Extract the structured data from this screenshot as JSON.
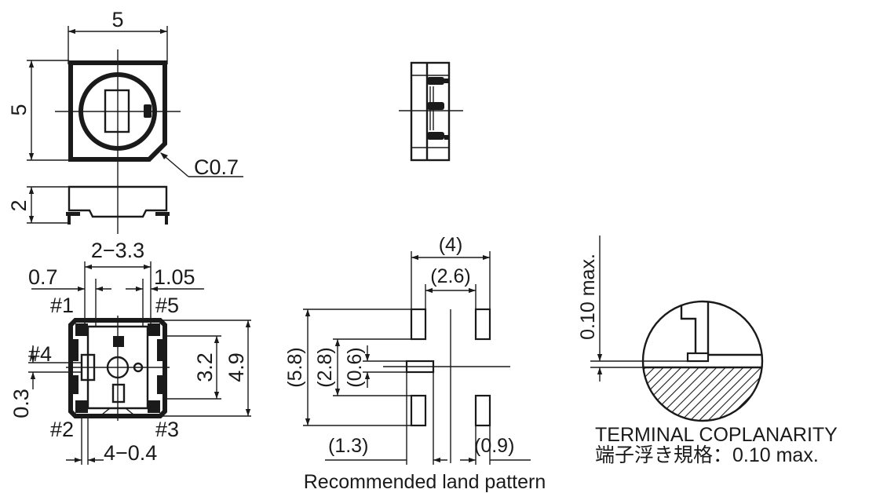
{
  "top_view": {
    "width_dim": "5",
    "height_dim": "5",
    "chamfer": "C0.7"
  },
  "side_view": {
    "height_dim": "2"
  },
  "bottom_view": {
    "pitch": "2−3.3",
    "left_offset": "0.7",
    "right_offset": "1.05",
    "pin1": "#1",
    "pin2": "#2",
    "pin3": "#3",
    "pin4": "#4",
    "pin5": "#5",
    "inner_height": "3.2",
    "outer_height": "4.9",
    "pin4_width": "0.3",
    "bottom_dim": "4−0.4"
  },
  "land_pattern": {
    "width_outer": "(4)",
    "width_inner": "(2.6)",
    "height_outer": "(5.8)",
    "height_mid": "(2.8)",
    "height_small": "(0.6)",
    "left_width": "(1.3)",
    "right_width": "(0.9)",
    "caption": "Recommended land pattern"
  },
  "coplanarity": {
    "max_label": "0.10 max.",
    "caption_en": "TERMINAL COPLANARITY",
    "caption_jp": "端子浮き規格：0.10 max."
  },
  "colors": {
    "ink": "#1a1a1a",
    "background": "#ffffff"
  }
}
